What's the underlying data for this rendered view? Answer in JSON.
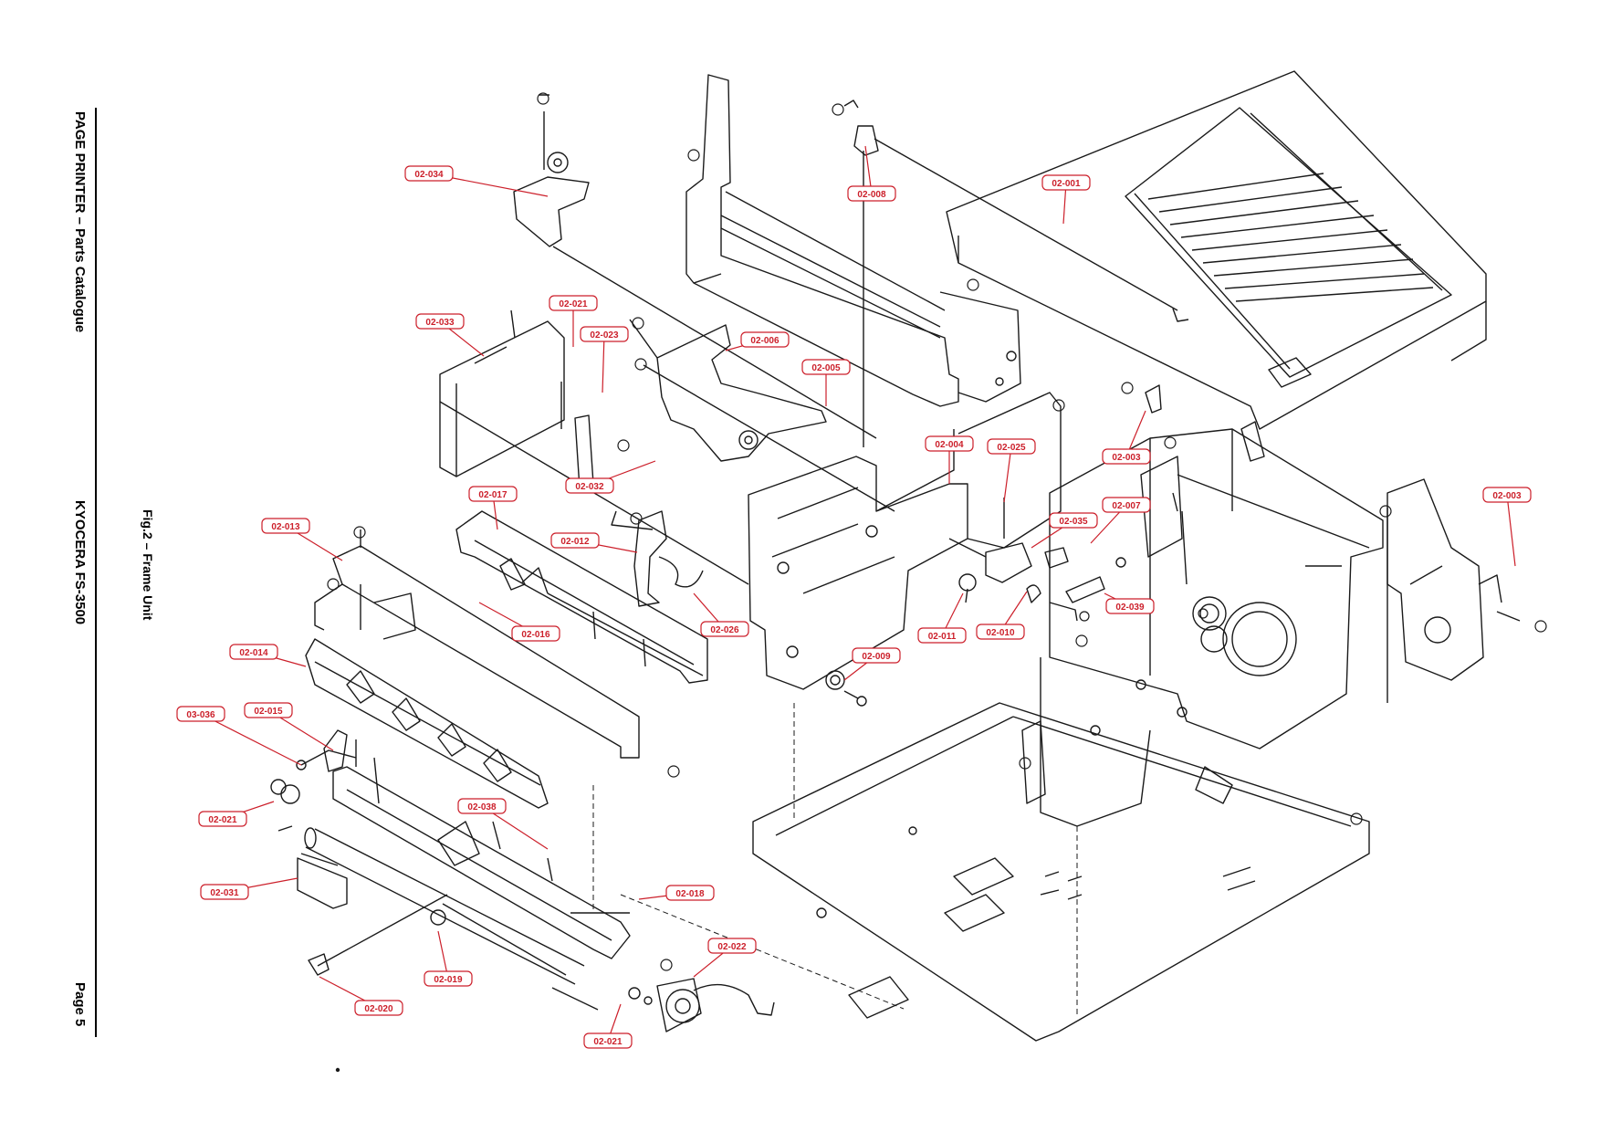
{
  "header": {
    "left": "PAGE PRINTER – Parts Catalogue",
    "center": "KYOCERA FS-3500",
    "right": "Page 5"
  },
  "figure": {
    "caption": "Fig.2 – Frame Unit"
  },
  "callouts": [
    {
      "id": "02-034"
    },
    {
      "id": "02-008"
    },
    {
      "id": "02-001"
    },
    {
      "id": "02-033"
    },
    {
      "id": "02-021"
    },
    {
      "id": "02-023"
    },
    {
      "id": "02-006"
    },
    {
      "id": "02-005"
    },
    {
      "id": "02-004"
    },
    {
      "id": "02-025"
    },
    {
      "id": "02-003"
    },
    {
      "id": "02-032"
    },
    {
      "id": "02-017"
    },
    {
      "id": "02-013"
    },
    {
      "id": "02-012"
    },
    {
      "id": "02-035"
    },
    {
      "id": "02-007"
    },
    {
      "id": "02-003"
    },
    {
      "id": "02-016"
    },
    {
      "id": "02-026"
    },
    {
      "id": "02-011"
    },
    {
      "id": "02-010"
    },
    {
      "id": "02-039"
    },
    {
      "id": "02-009"
    },
    {
      "id": "02-014"
    },
    {
      "id": "02-015"
    },
    {
      "id": "03-036"
    },
    {
      "id": "02-021"
    },
    {
      "id": "02-038"
    },
    {
      "id": "02-018"
    },
    {
      "id": "02-031"
    },
    {
      "id": "02-022"
    },
    {
      "id": "02-019"
    },
    {
      "id": "02-020"
    },
    {
      "id": "02-021"
    }
  ],
  "colors": {
    "callout": "#cc1f2a",
    "line": "#1a1a1a"
  }
}
